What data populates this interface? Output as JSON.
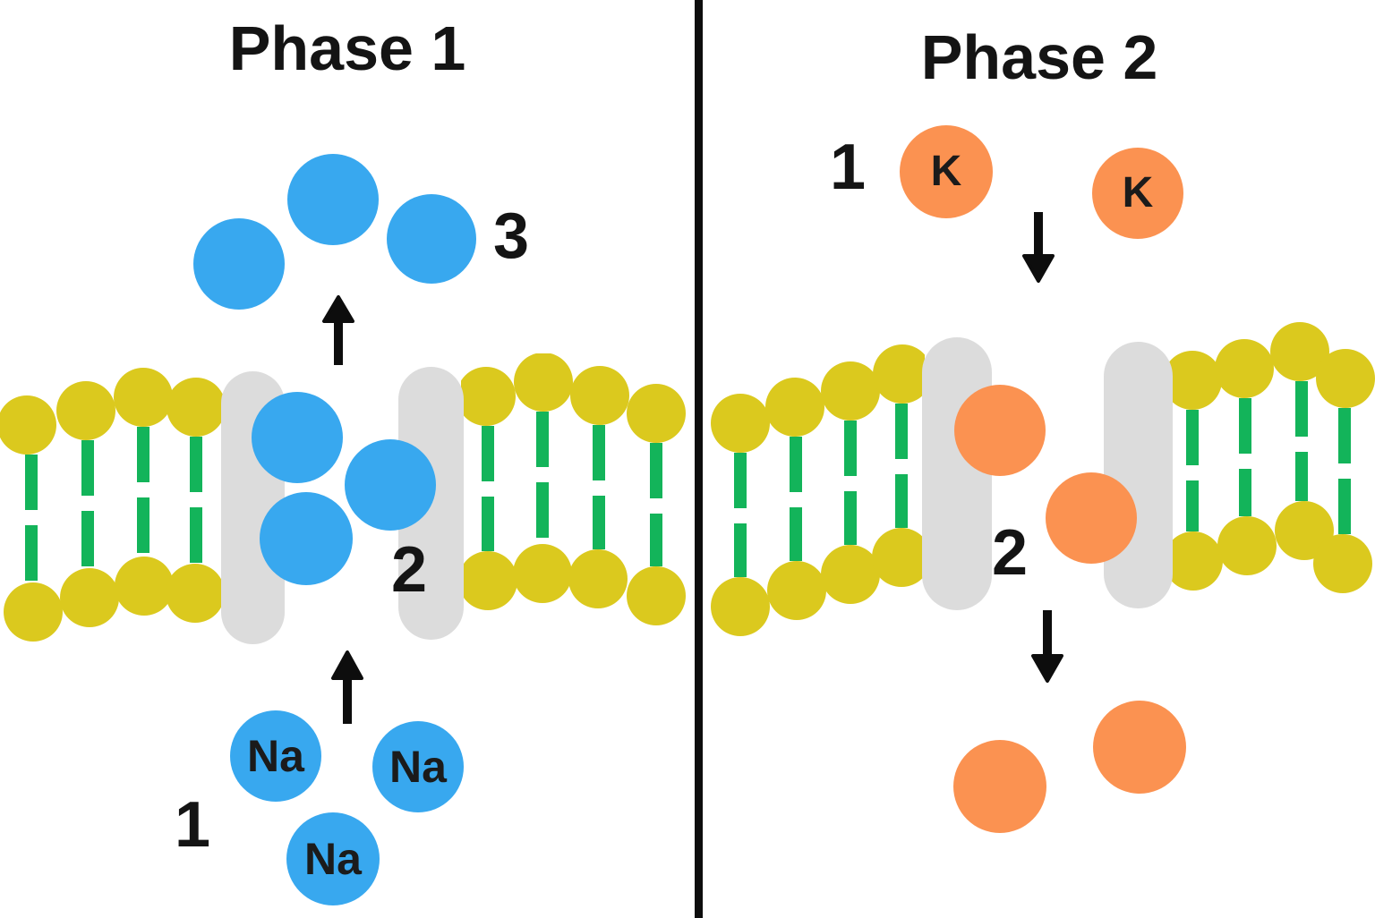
{
  "colors": {
    "sodium_ion_blue": "#38A8EF",
    "potassium_ion_orange": "#FB9251",
    "lipid_head_yellow": "#DBC91E",
    "lipid_tail_green": "#13B45A",
    "channel_protein_gray": "#DCDCDC",
    "ink_black": "#0D0D0D",
    "background_white": "#FFFFFF"
  },
  "left_panel": {
    "title": "Phase 1",
    "ion_symbol": "Na",
    "step_labels": {
      "intracellular": "1",
      "channel": "2",
      "extracellular": "3"
    }
  },
  "right_panel": {
    "title": "Phase 2",
    "ion_symbol": "K",
    "step_labels": {
      "extracellular": "1",
      "channel": "2"
    }
  }
}
